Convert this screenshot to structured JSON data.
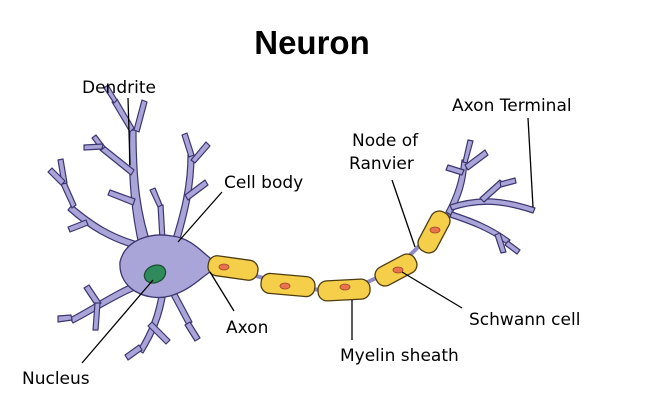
{
  "title": "Neuron",
  "labels": {
    "dendrite": "Dendrite",
    "cell_body": "Cell body",
    "node_of_ranvier_line1": "Node of",
    "node_of_ranvier_line2": "Ranvier",
    "axon_terminal": "Axon Terminal",
    "axon": "Axon",
    "nucleus": "Nucleus",
    "myelin_sheath": "Myelin sheath",
    "schwann_cell": "Schwann cell"
  },
  "colors": {
    "neuron_fill": "#a9a5d8",
    "neuron_outline": "#3c3670",
    "myelin_fill": "#f5cf4a",
    "myelin_outline": "#4d3c10",
    "schwann_nucleus": "#e8734f",
    "nucleus_fill": "#2f8a5c",
    "nucleus_outline": "#1d4d33"
  }
}
